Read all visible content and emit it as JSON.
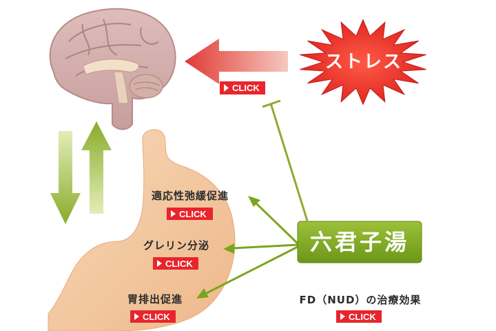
{
  "stress": {
    "label": "ストレス"
  },
  "herbal": {
    "label": "六君子湯"
  },
  "effects": [
    {
      "label": "適応性弛緩促進",
      "click": "CLICK"
    },
    {
      "label": "グレリン分泌",
      "click": "CLICK"
    },
    {
      "label": "胃排出促進",
      "click": "CLICK"
    }
  ],
  "stress_click": "CLICK",
  "fd": {
    "label": "FD（NUD）の治療効果",
    "click": "CLICK"
  },
  "colors": {
    "click_badge": "#e8242c",
    "herbal_green": "#7aa51c",
    "stress_red": "#e8242c",
    "arrow_red": "#e4463d",
    "arrow_green": "#8cab33",
    "stomach": "#f4c9a2"
  }
}
